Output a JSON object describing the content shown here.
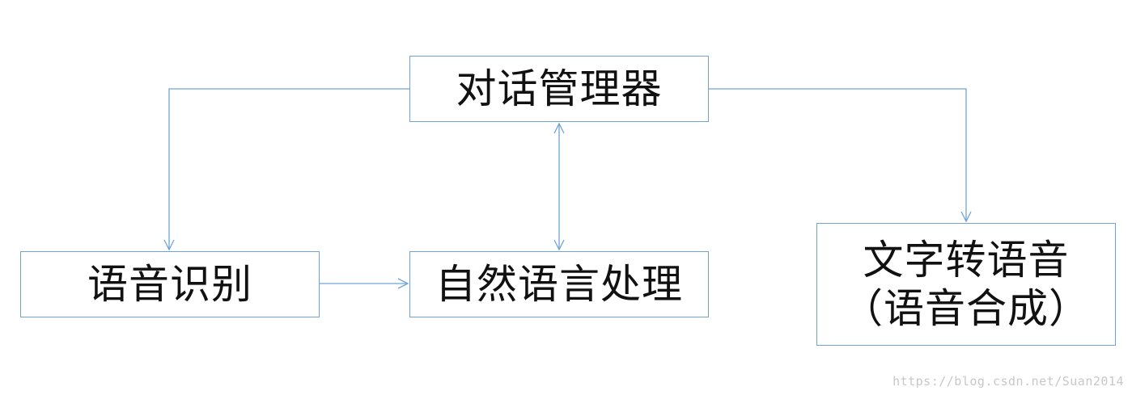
{
  "nodes": {
    "dialog_manager": "对话管理器",
    "speech_recognition": "语音识别",
    "nlp": "自然语言处理",
    "tts": {
      "line1": "文字转语音",
      "line2": "（语音合成）"
    }
  },
  "colors": {
    "line": "#6fa3d8",
    "text": "#111111",
    "watermark": "#c8c8c8"
  },
  "watermark": "https://blog.csdn.net/Suan2014"
}
